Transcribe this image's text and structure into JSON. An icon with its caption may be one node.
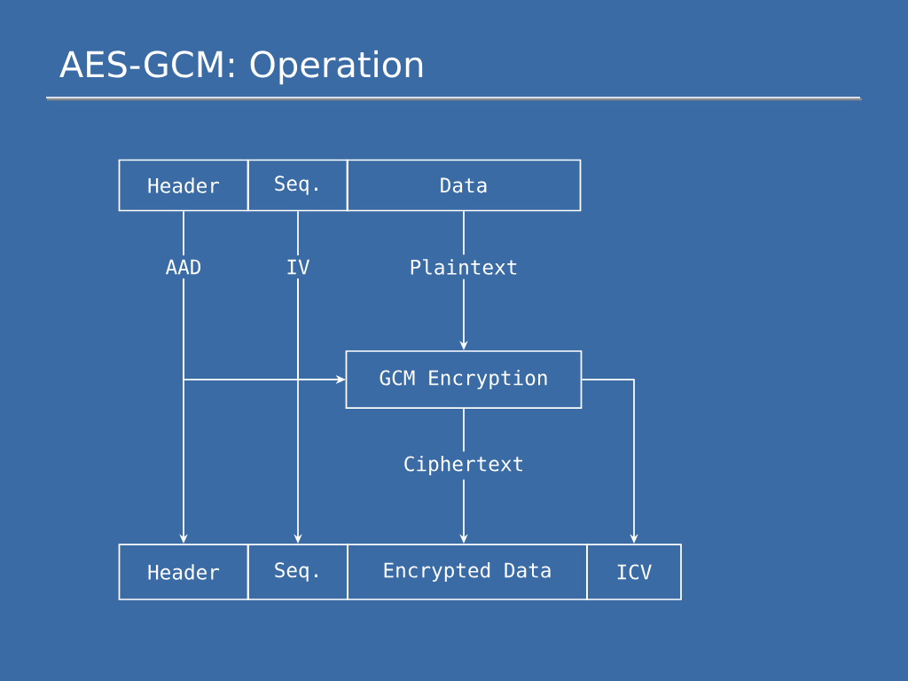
{
  "diagram": {
    "title": "AES-GCM: Operation",
    "nodes": [
      {
        "text": [
          "Header"
        ]
      },
      {
        "text": [
          "Seq."
        ]
      },
      {
        "text": [
          "Data"
        ]
      },
      {
        "text": [
          "AAD"
        ]
      },
      {
        "text": [
          "IV"
        ]
      },
      {
        "text": [
          "Plaintext"
        ]
      },
      {
        "text": [
          "GCM Encryption"
        ]
      },
      {
        "text": [
          "Ciphertext"
        ]
      },
      {
        "text": [
          "Header"
        ]
      },
      {
        "text": [
          "Seq."
        ]
      },
      {
        "text": [
          "Encrypted Data"
        ]
      },
      {
        "text": [
          "ICV"
        ]
      }
    ],
    "edges": [
      {
        "from": 0,
        "to": 3,
        "arrow": "none"
      },
      {
        "from": 1,
        "to": 4,
        "arrow": "none"
      },
      {
        "from": 2,
        "to": 5,
        "arrow": "none"
      },
      {
        "from": 5,
        "to": 6,
        "arrow": "to"
      },
      {
        "from": 3,
        "to": 6,
        "arrow": "to"
      },
      {
        "from": 4,
        "to": 6,
        "arrow": "to"
      },
      {
        "from": 6,
        "to": 7,
        "arrow": "none"
      },
      {
        "from": 7,
        "to": 10,
        "arrow": "to"
      },
      {
        "from": 6,
        "to": 11,
        "arrow": "to"
      },
      {
        "from": 3,
        "to": 8,
        "arrow": "to"
      },
      {
        "from": 4,
        "to": 9,
        "arrow": "to"
      }
    ]
  }
}
